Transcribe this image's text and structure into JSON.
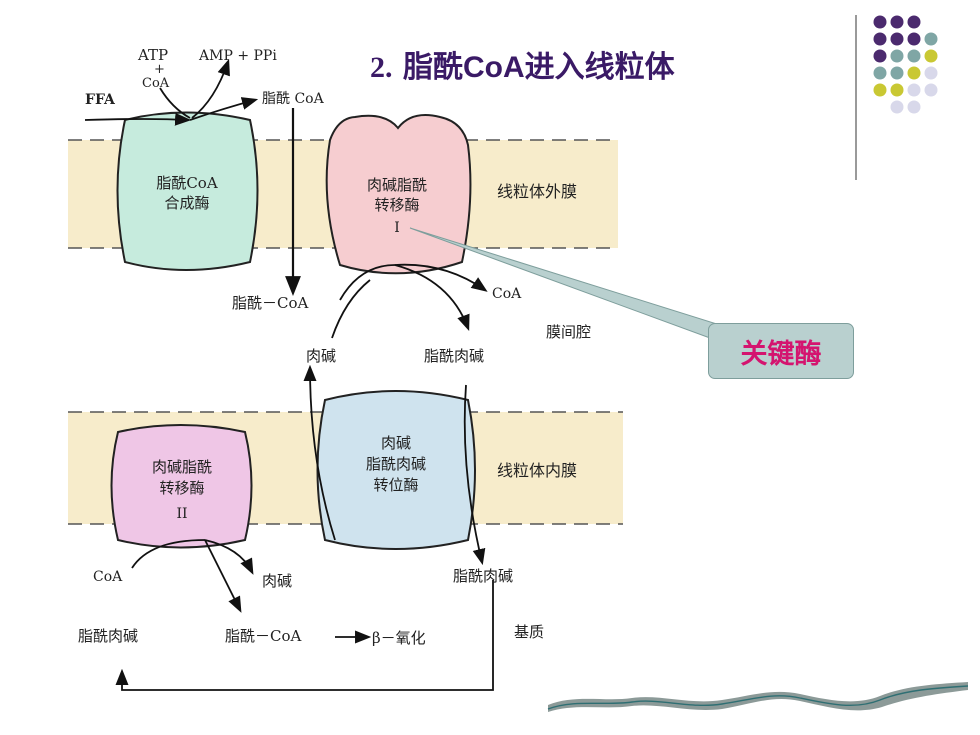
{
  "slide": {
    "title_num": "2.",
    "title_pre": "脂酰",
    "title_coa": "CoA",
    "title_post": "进入线粒体",
    "callout": "关键酶"
  },
  "diagram": {
    "atp": "ATP",
    "plus": "+",
    "coa_top": "CoA",
    "amp_ppi": "AMP + PPi",
    "ffa": "FFA",
    "acyl_coa_top": "脂酰 CoA",
    "synthase_l1": "脂酰CoA",
    "synthase_l2": "合成酶",
    "cpt1_l1": "肉碱脂酰",
    "cpt1_l2": "转移酶",
    "cpt1_l3": "I",
    "outer_membrane": "线粒体外膜",
    "acyl_coa_mid": "脂酰－CoA",
    "coa_mid": "CoA",
    "intermembrane": "膜间腔",
    "carnitine_mid": "肉碱",
    "acylcarnitine_mid": "脂酰肉碱",
    "translocase_l1": "肉碱",
    "translocase_l2": "脂酰肉碱",
    "translocase_l3": "转位酶",
    "inner_membrane": "线粒体内膜",
    "cpt2_l1": "肉碱脂酰",
    "cpt2_l2": "转移酶",
    "cpt2_l3": "II",
    "coa_bottom": "CoA",
    "carnitine_bottom": "肉碱",
    "acylcarnitine_right": "脂酰肉碱",
    "acylcarnitine_left": "脂酰肉碱",
    "acyl_coa_bottom": "脂酰－CoA",
    "beta_oxidation": "β－氧化",
    "matrix": "基质"
  },
  "colors": {
    "title": "#3a1a66",
    "callout_text": "#d4146f",
    "callout_bg": "#b9d0cf",
    "membrane": "#f7eccb",
    "synthase": "#c6ebdd",
    "cpt1": "#f6cdd0",
    "translocase": "#cfe3ee",
    "cpt2": "#efc6e6",
    "dot_purple": "#4b2a6e",
    "dot_teal": "#7fa6a5",
    "dot_olive": "#c9c833",
    "dot_lavender": "#d8d8ea"
  }
}
